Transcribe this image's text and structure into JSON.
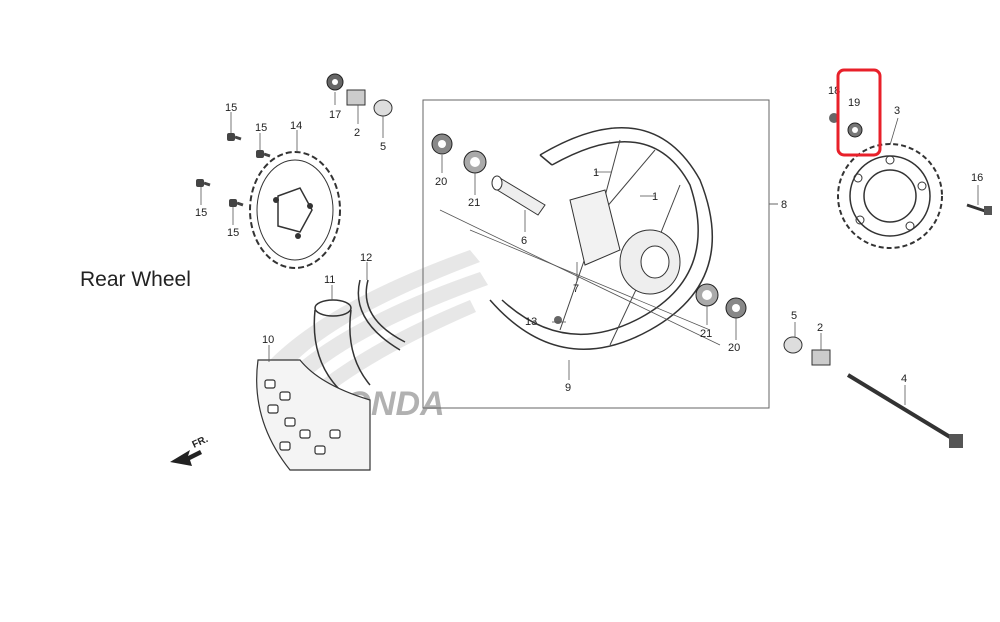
{
  "diagram": {
    "title": "Rear Wheel",
    "watermark": "HONDA",
    "direction_label": "FR.",
    "highlight_color": "#e8202a",
    "callouts": {
      "c1a": "1",
      "c1b": "1",
      "c2a": "2",
      "c2b": "2",
      "c3": "3",
      "c4": "4",
      "c5a": "5",
      "c5b": "5",
      "c6": "6",
      "c7": "7",
      "c8": "8",
      "c9": "9",
      "c10": "10",
      "c11": "11",
      "c12": "12",
      "c13": "13",
      "c14": "14",
      "c15a": "15",
      "c15b": "15",
      "c15c": "15",
      "c15d": "15",
      "c16": "16",
      "c17": "17",
      "c18": "18",
      "c19": "19",
      "c20a": "20",
      "c20b": "20",
      "c21a": "21",
      "c21b": "21"
    }
  }
}
